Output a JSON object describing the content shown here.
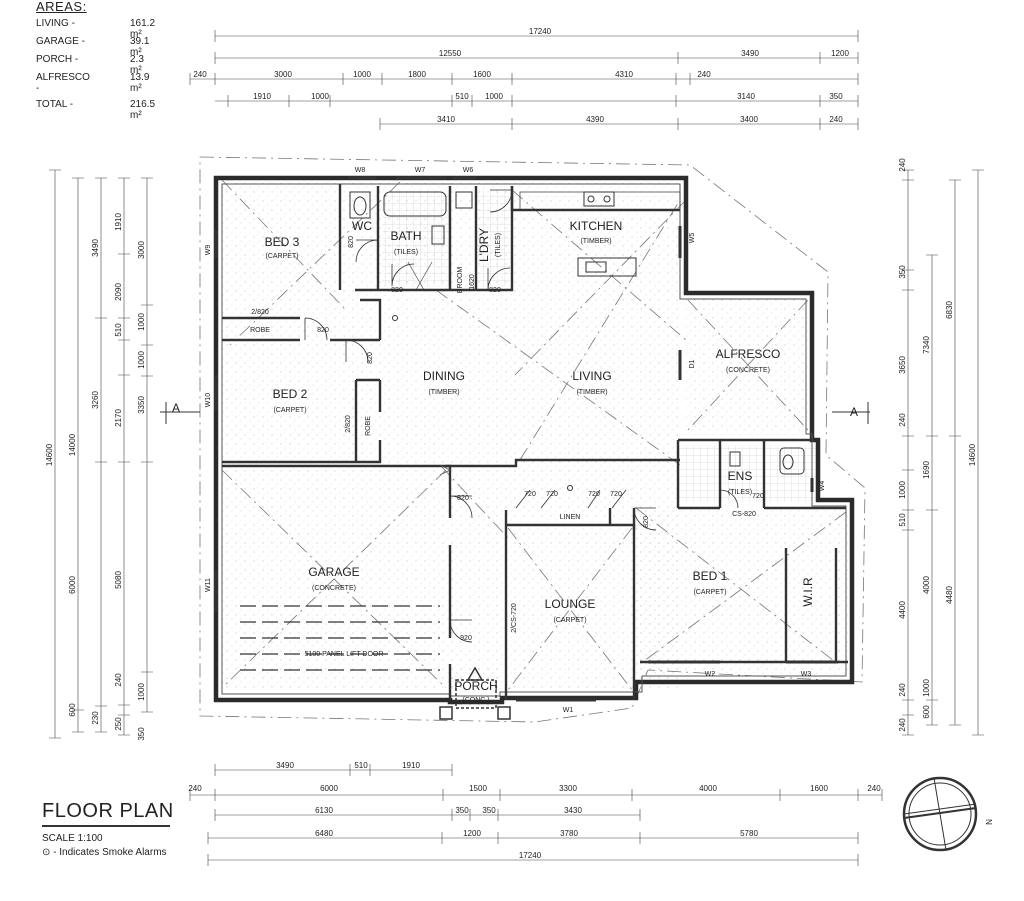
{
  "areas": {
    "title": "AREAS:",
    "rows": [
      {
        "label": "LIVING -",
        "value": "161.2 m²"
      },
      {
        "label": "GARAGE -",
        "value": "39.1 m²"
      },
      {
        "label": "PORCH -",
        "value": "2.3 m²"
      },
      {
        "label": "ALFRESCO -",
        "value": "13.9 m²"
      }
    ],
    "total_label": "TOTAL -",
    "total_value": "216.5 m²"
  },
  "title": "FLOOR PLAN",
  "scale": "SCALE 1:100",
  "smoke_note": "⊙ - Indicates Smoke Alarms",
  "north": "N",
  "section": "A",
  "rooms": {
    "bed3": "BED 3",
    "bed3_f": "(CARPET)",
    "wc": "WC",
    "bath": "BATH",
    "bath_f": "(TILES)",
    "broom": "BROOM",
    "ldry": "L'DRY",
    "ldry_f": "(TILES)",
    "kitchen": "KITCHEN",
    "kitchen_f": "(TIMBER)",
    "robe": "ROBE",
    "bed2": "BED 2",
    "bed2_f": "(CARPET)",
    "dining": "DINING",
    "dining_f": "(TIMBER)",
    "living": "LIVING",
    "living_f": "(TIMBER)",
    "alfresco": "ALFRESCO",
    "alfresco_f": "(CONCRETE)",
    "ens": "ENS",
    "ens_f": "(TILES)",
    "linen": "LINEN",
    "garage": "GARAGE",
    "garage_f": "(CONCRETE)",
    "lift_door": "5100 PANEL LIFT DOOR",
    "lounge": "LOUNGE",
    "lounge_f": "(CARPET)",
    "bed1": "BED 1",
    "bed1_f": "(CARPET)",
    "wir": "W.I.R",
    "porch": "PORCH",
    "porch_f": "(CONC.)"
  },
  "labels": {
    "w1": "W1",
    "w2": "W2",
    "w3": "W3",
    "w4": "W4",
    "w5": "W5",
    "w6": "W6",
    "w7": "W7",
    "w8": "W8",
    "w9": "W9",
    "w10": "W10",
    "w11": "W11",
    "d1": "D1",
    "d820": "820",
    "d720": "720",
    "d920": "920",
    "robe_2820": "2/820",
    "cs720": "2/CS-720",
    "cs820": "CS-820",
    "d1620": "1620"
  },
  "dims_top": {
    "r1": [
      "17240"
    ],
    "r2": [
      "12550",
      "3490",
      "1200"
    ],
    "r3": [
      "240",
      "3000",
      "1000",
      "1800",
      "1600",
      "4310",
      "240"
    ],
    "r4": [
      "1910",
      "1000",
      "510",
      "1000",
      "3140",
      "350"
    ],
    "r5": [
      "3410",
      "4390",
      "3400",
      "240"
    ]
  },
  "dims_bottom": {
    "r1": [
      "3490",
      "510",
      "1910"
    ],
    "r2": [
      "240",
      "6000",
      "1500",
      "3300",
      "4000",
      "1600",
      "240"
    ],
    "r3": [
      "6130",
      "350",
      "350",
      "3430"
    ],
    "r4": [
      "6480",
      "1200",
      "3780",
      "5780"
    ],
    "r5": [
      "17240"
    ]
  },
  "dims_left": {
    "c1": [
      "14600"
    ],
    "c2": [
      "14000",
      "6000",
      "600"
    ],
    "c3": [
      "3490",
      "3260",
      "230"
    ],
    "c4": [
      "1910",
      "2090",
      "510",
      "2170",
      "5080",
      "240",
      "250",
      "350"
    ],
    "c5": [
      "3000",
      "1000",
      "1000",
      "3350",
      "1000"
    ]
  },
  "dims_right": {
    "c1": [
      "240",
      "350",
      "3650",
      "240",
      "1000",
      "510",
      "4400",
      "240",
      "240"
    ],
    "c2": [
      "7340",
      "1690",
      "4000",
      "1000",
      "600"
    ],
    "c3": [
      "6830",
      "4480"
    ],
    "c4": [
      "14600"
    ]
  }
}
